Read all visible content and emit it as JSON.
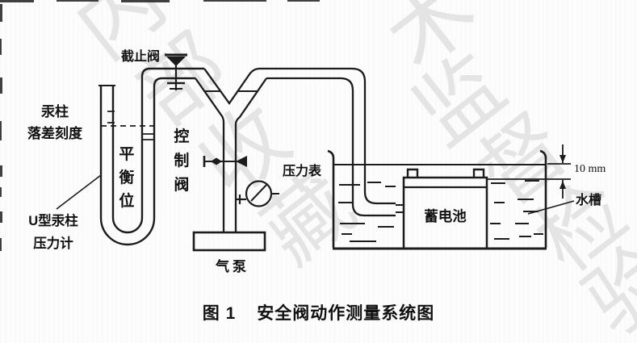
{
  "figure": {
    "caption_prefix": "图 1",
    "caption_title": "安全阀动作测量系统图"
  },
  "labels": {
    "stop_valve": "截止阀",
    "mercury_scale_line1": "汞柱",
    "mercury_scale_line2": "落差刻度",
    "balance_position": "平衡位",
    "control_valve": "控制阀",
    "u_tube_line1": "U型汞柱",
    "u_tube_line2": "压力计",
    "pressure_gauge": "压力表",
    "air_pump": "气泵",
    "battery": "蓄电池",
    "water_tank": "水槽",
    "water_depth": "10 mm"
  },
  "watermark": {
    "chars": [
      {
        "ch": "内"
      },
      {
        "ch": "部"
      },
      {
        "ch": "收"
      },
      {
        "ch": "藏"
      },
      {
        "ch": "术"
      },
      {
        "ch": "监"
      },
      {
        "ch": "督"
      },
      {
        "ch": "检"
      },
      {
        "ch": "验"
      }
    ]
  },
  "colors": {
    "line": "#1c1c1c",
    "text": "#111111",
    "watermark": "#e4e4e4",
    "paper": "#fcfcfc"
  }
}
